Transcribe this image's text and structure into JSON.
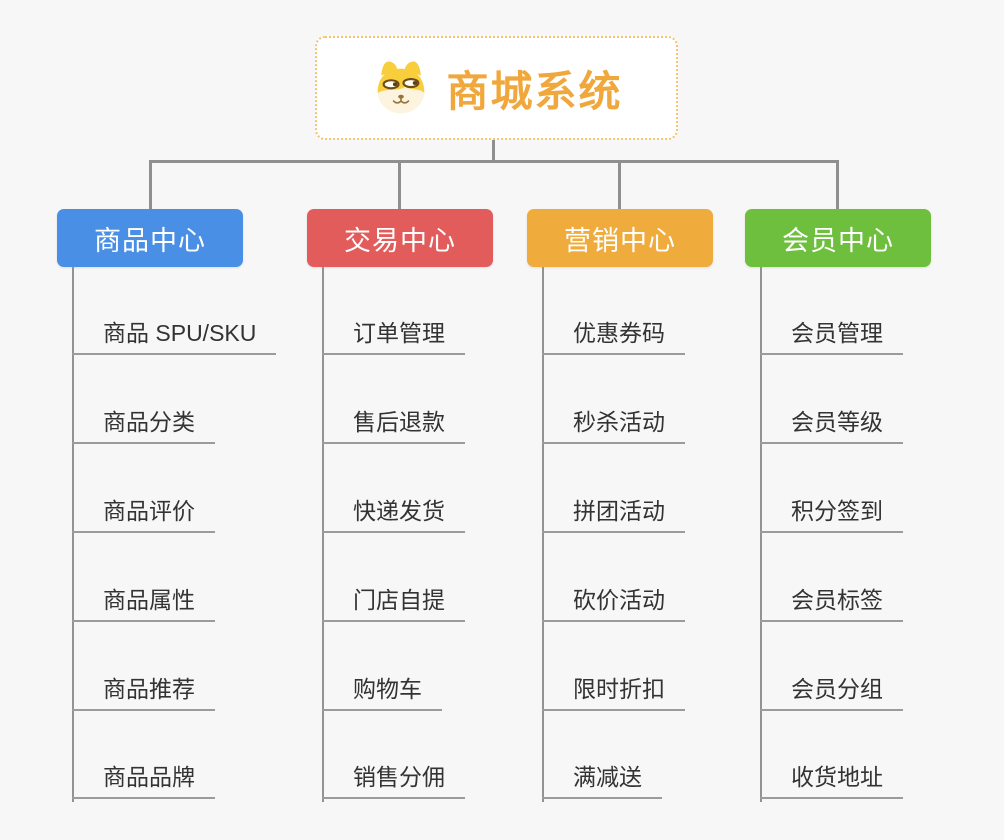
{
  "root": {
    "title": "商城系统",
    "icon": "dog-face-icon"
  },
  "branches": [
    {
      "label": "商品中心",
      "color": "#4a8fe6",
      "children": [
        "商品 SPU/SKU",
        "商品分类",
        "商品评价",
        "商品属性",
        "商品推荐",
        "商品品牌"
      ]
    },
    {
      "label": "交易中心",
      "color": "#e25c5c",
      "children": [
        "订单管理",
        "售后退款",
        "快递发货",
        "门店自提",
        "购物车",
        "销售分佣"
      ]
    },
    {
      "label": "营销中心",
      "color": "#efac3d",
      "children": [
        "优惠券码",
        "秒杀活动",
        "拼团活动",
        "砍价活动",
        "限时折扣",
        "满减送"
      ]
    },
    {
      "label": "会员中心",
      "color": "#6ebf3d",
      "children": [
        "会员管理",
        "会员等级",
        "积分签到",
        "会员标签",
        "会员分组",
        "收货地址"
      ]
    }
  ],
  "colors": {
    "background": "#f7f7f7",
    "connector_line": "#8f8f8f",
    "leaf_underline": "#9b9b9b",
    "leaf_text": "#333333",
    "root_accent": "#f0a73c",
    "root_border": "#f6c36e"
  }
}
